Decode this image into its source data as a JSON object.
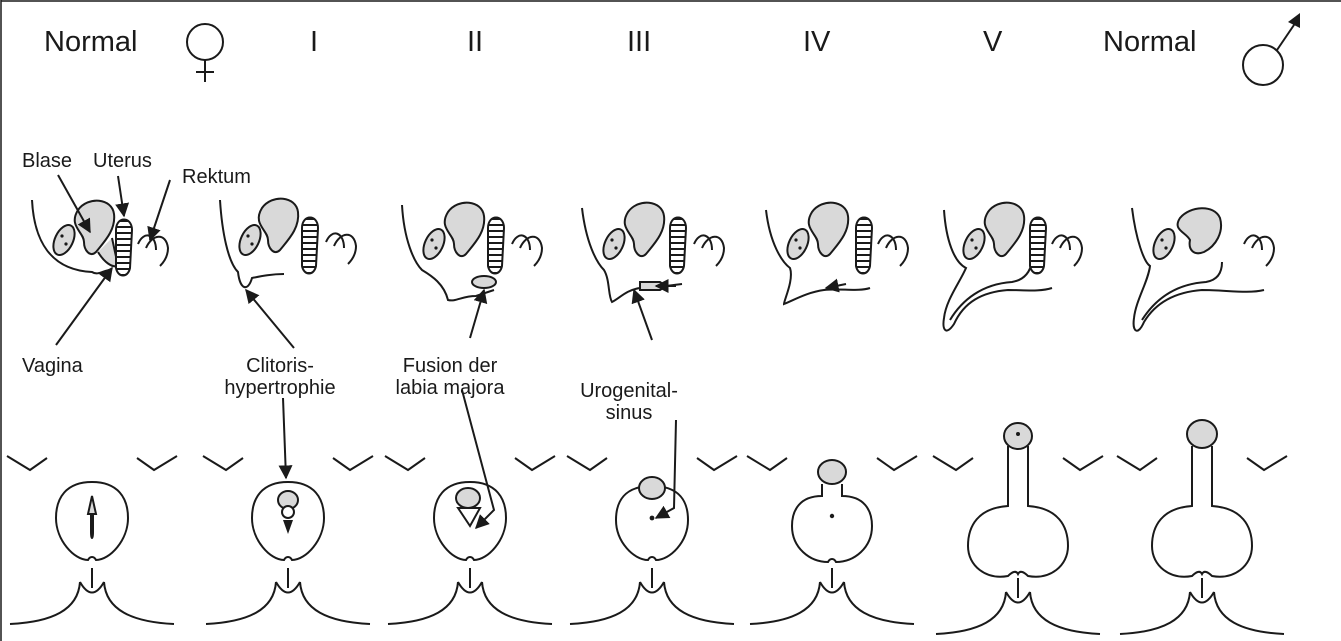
{
  "stages": {
    "normal_female": "Normal",
    "i": "I",
    "ii": "II",
    "iii": "III",
    "iv": "IV",
    "v": "V",
    "normal_male": "Normal"
  },
  "annotations": {
    "blase": "Blase",
    "uterus": "Uterus",
    "rektum": "Rektum",
    "vagina": "Vagina",
    "clitoris": [
      "Clitoris-",
      "hypertrophie"
    ],
    "fusion": [
      "Fusion der",
      "labia majora"
    ],
    "urogenital": [
      "Urogenital-",
      "sinus"
    ]
  },
  "symbols": [
    "female-symbol-icon",
    "male-symbol-icon"
  ],
  "colors": {
    "line": "#1a1a1a",
    "fill": "#d9d9d9",
    "background": "#ffffff"
  }
}
